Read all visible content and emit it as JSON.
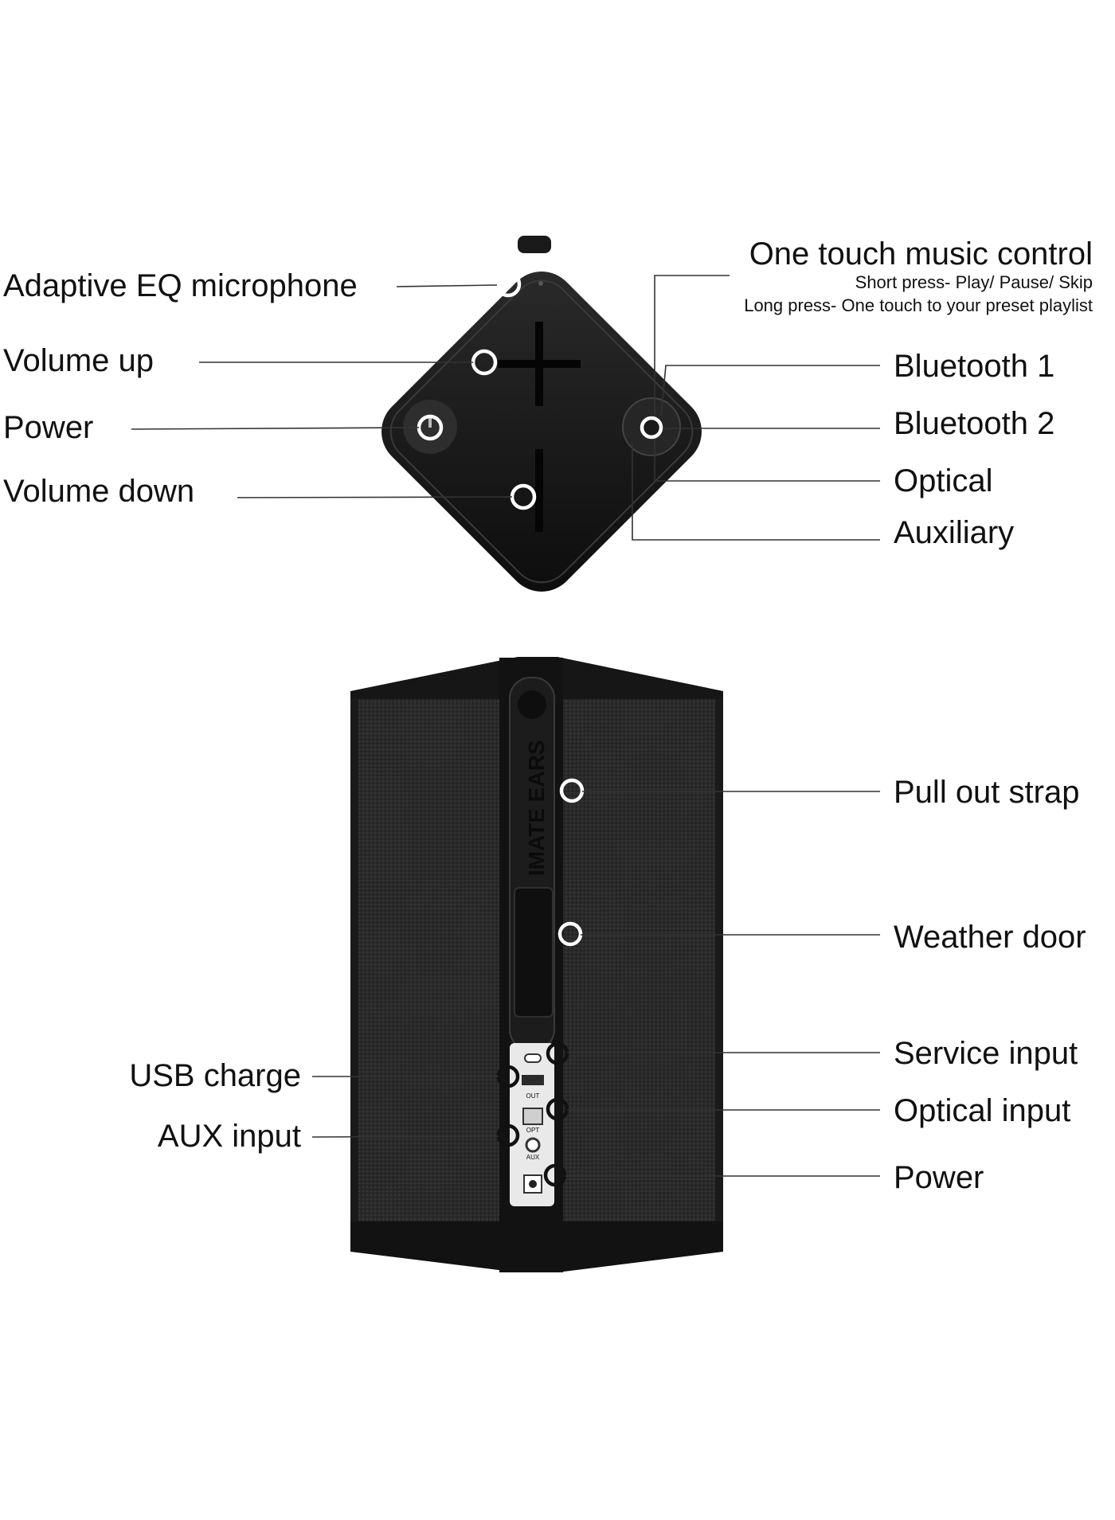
{
  "top_view": {
    "labels": {
      "adaptive_eq": "Adaptive EQ microphone",
      "volume_up": "Volume up",
      "power": "Power",
      "volume_down": "Volume down",
      "one_touch": "One touch music control",
      "short_press": "Short press- Play/ Pause/ Skip",
      "long_press": "Long press- One touch to your preset playlist",
      "bluetooth_1": "Bluetooth 1",
      "bluetooth_2": "Bluetooth 2",
      "optical": "Optical",
      "auxiliary": "Auxiliary"
    }
  },
  "side_view": {
    "strap_text": "IMATE EARS",
    "labels": {
      "pull_out_strap": "Pull out strap",
      "weather_door": "Weather door",
      "service_input": "Service input",
      "optical_input": "Optical input",
      "power": "Power",
      "usb_charge": "USB charge",
      "aux_input": "AUX input"
    },
    "port_marks": {
      "usb": "OUT",
      "optical": "OPT",
      "aux": "AUX"
    }
  },
  "colors": {
    "speaker_body": "#151515",
    "fabric": "#2a2a2a",
    "port_panel": "#e9e9e9",
    "label_text": "#111111"
  }
}
